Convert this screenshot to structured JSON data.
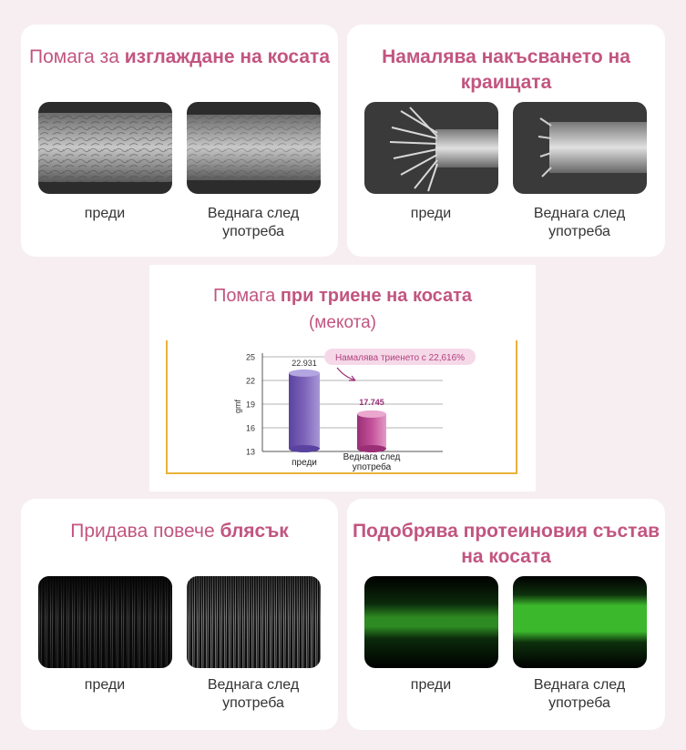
{
  "panels": {
    "smoothing": {
      "title_light": "Помага за ",
      "title_bold": "изглаждане на косата",
      "before": "преди",
      "after": "Веднага след употреба"
    },
    "split_ends": {
      "title_bold": "Намалява накъсването на краищата",
      "before": "преди",
      "after": "Веднага след употреба"
    },
    "friction": {
      "title_light": "Помага ",
      "title_bold": "при триене на косата",
      "subtitle": "(мекота)"
    },
    "shine": {
      "title_light": "Придава повече ",
      "title_bold": "блясък",
      "before": "преди",
      "after": "Веднага след употреба"
    },
    "protein": {
      "title_bold": "Подобрява протеиновия състав на косата",
      "before": "преди",
      "after": "Веднага след употреба"
    }
  },
  "colors": {
    "title": "#c2557f",
    "bar_before": "#7d63b8",
    "bar_after": "#c3519a",
    "frame": "#e8b23a"
  },
  "chart_data": {
    "type": "bar",
    "categories": [
      "преди",
      "Веднага след употреба"
    ],
    "values": [
      22.931,
      17.745
    ],
    "value_labels": [
      "22.931",
      "17.745"
    ],
    "ylabel": "gmf",
    "ylim": [
      13,
      25
    ],
    "yticks": [
      25,
      22,
      19,
      16,
      13
    ],
    "annotation": "Намалява триенето с 22,616%",
    "grid": true
  }
}
